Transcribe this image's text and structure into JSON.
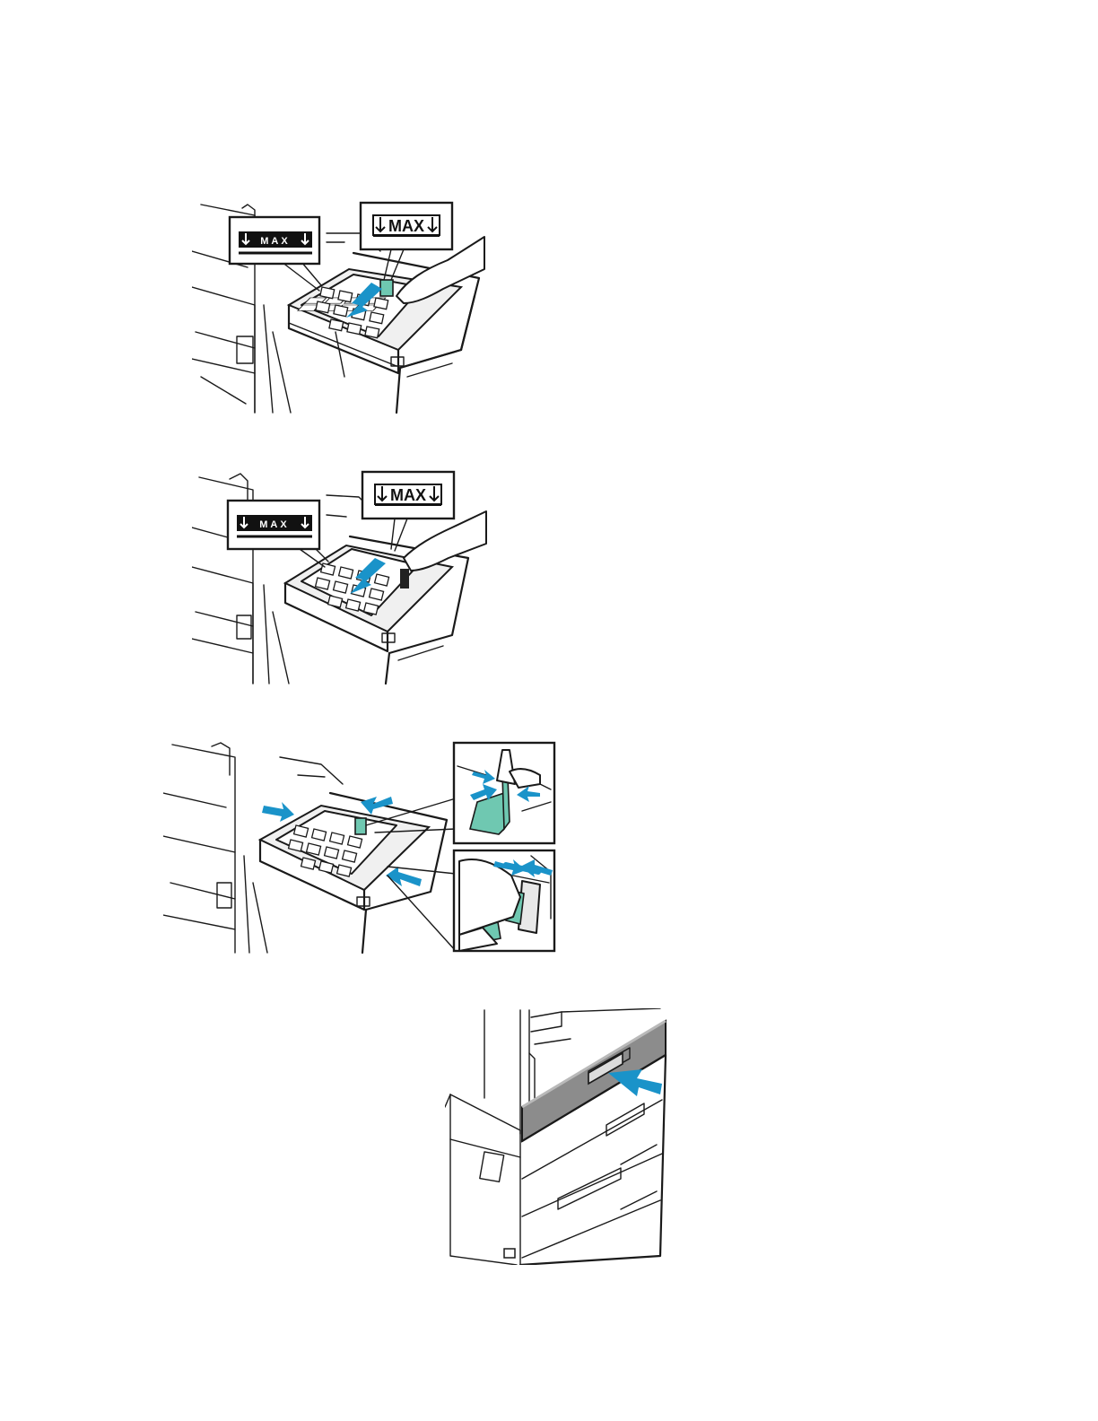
{
  "colors": {
    "accent": "#1a93c9",
    "guide": "#6fc8b1",
    "tray_front": "#8c8c8c"
  },
  "figures": [
    {
      "callouts": [
        {
          "text": "MAX",
          "style": "inverted-bar"
        },
        {
          "text": "MAX",
          "style": "boxed"
        }
      ],
      "icons": [
        "down-arrow-icon",
        "down-arrow-icon"
      ]
    },
    {
      "callouts": [
        {
          "text": "MAX",
          "style": "inverted-bar"
        },
        {
          "text": "MAX",
          "style": "boxed"
        }
      ],
      "icons": [
        "down-arrow-icon",
        "down-arrow-icon"
      ]
    },
    {
      "insets": [
        "squeeze-guide-detail",
        "slide-guide-detail"
      ]
    },
    {
      "highlight": "tray-front"
    }
  ]
}
